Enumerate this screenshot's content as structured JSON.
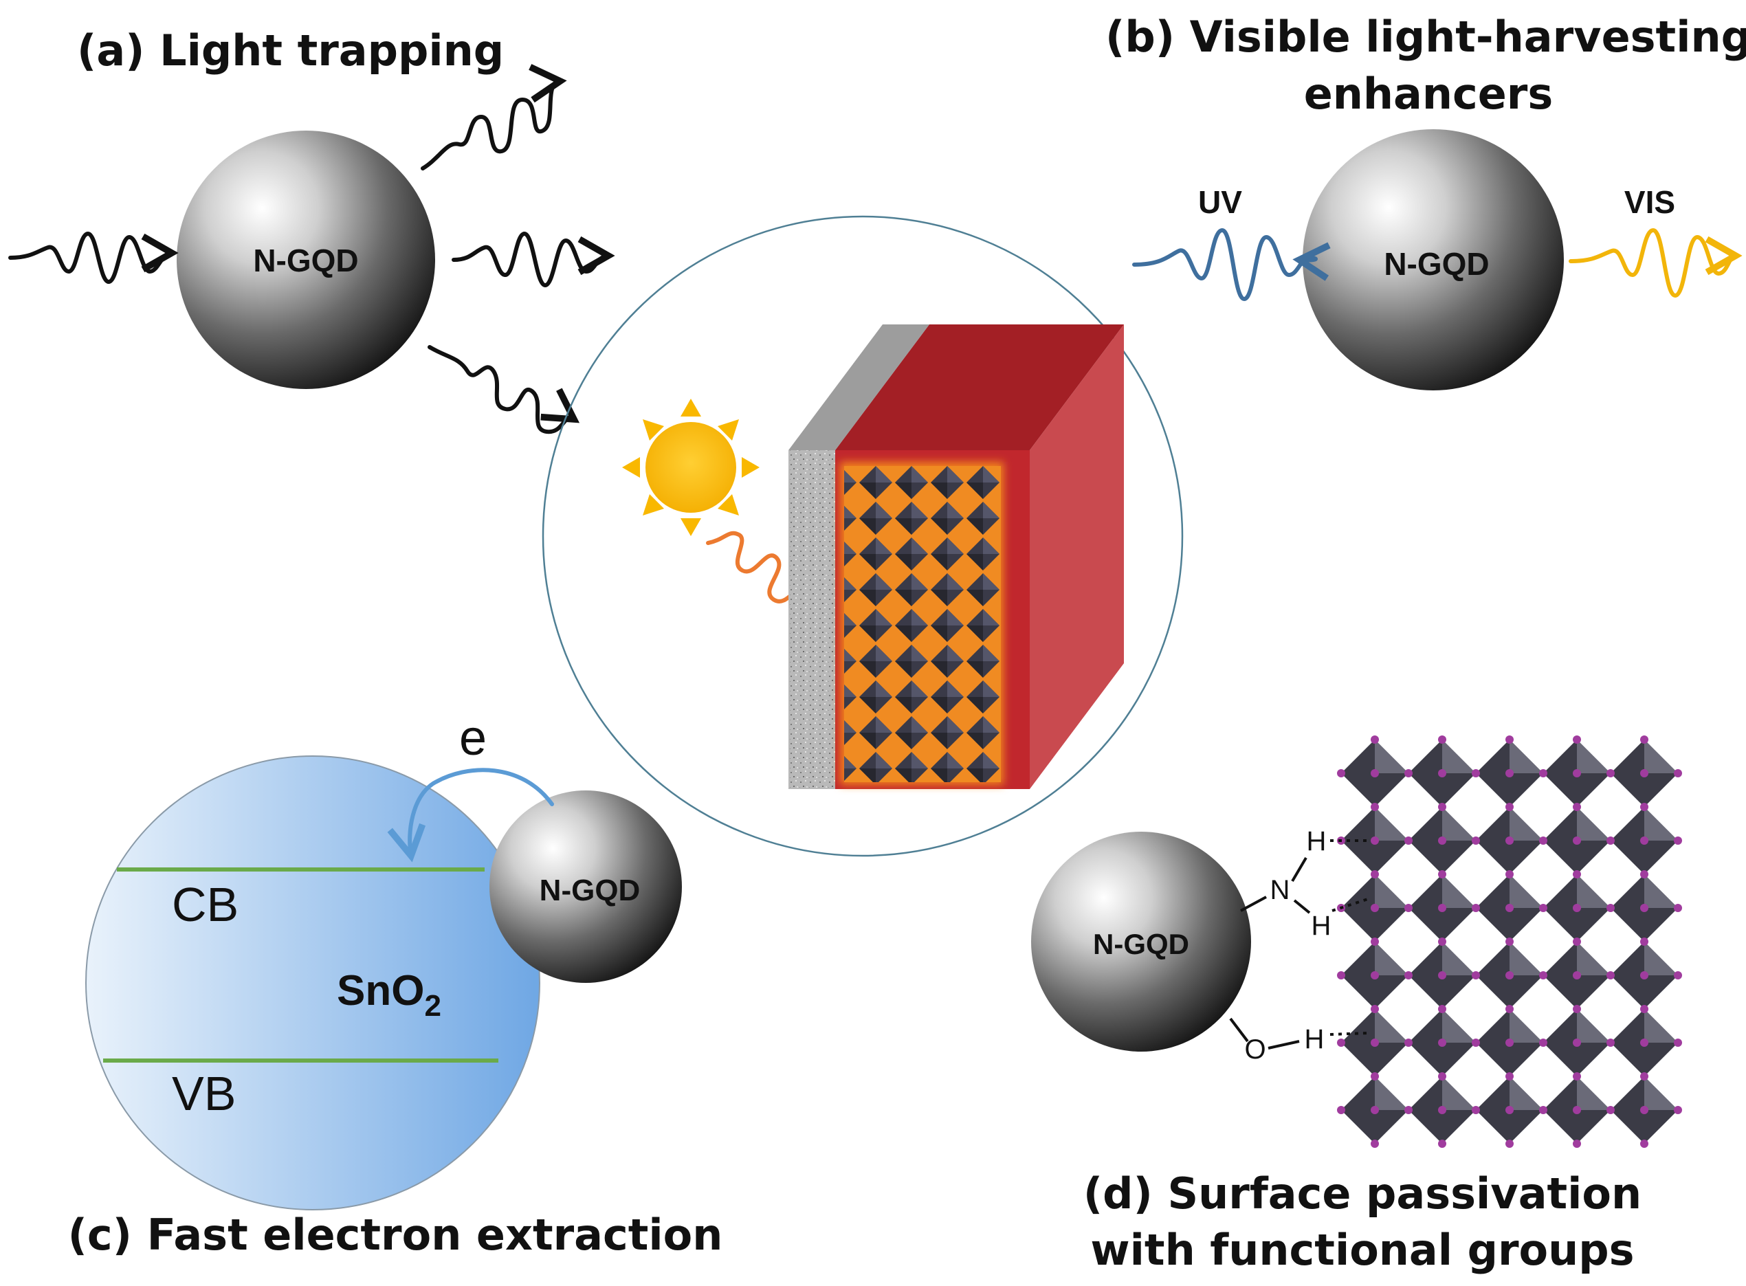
{
  "panels": {
    "a": {
      "title": "(a) Light trapping",
      "dot_label": "N-GQD"
    },
    "b": {
      "title_line1": "(b) Visible light-harvesting",
      "title_line2": "enhancers",
      "dot_label": "N-GQD",
      "uv_label": "UV",
      "vis_label": "VIS"
    },
    "c": {
      "title": "(c) Fast electron extraction",
      "dot_label": "N-GQD",
      "electron_label": "e",
      "cb_label": "CB",
      "vb_label": "VB",
      "material_main": "SnO",
      "material_sub": "2"
    },
    "d": {
      "title_line1": "(d) Surface passivation",
      "title_line2": "with functional groups",
      "dot_label": "N-GQD",
      "atoms": {
        "h_top": "H",
        "n": "N",
        "h_mid": "H",
        "o": "O",
        "h_low": "H"
      }
    }
  },
  "colors": {
    "uv_wave": "#3f6f9e",
    "vis_wave": "#f2b50a",
    "sun": "#f9b800",
    "orange_wave": "#ec7a30",
    "cube_front": "#c1272d",
    "cube_side": "#c94a4f",
    "cube_top": "#a31f25",
    "sno2_fill": "#8ab8e8",
    "band_line": "#6aaa4a",
    "electron_arrow": "#5b9bd5",
    "iodide": "#a03c9e"
  },
  "icons": [
    "sun-icon",
    "photon-wave-icon",
    "quantum-dot-sphere",
    "perovskite-lattice"
  ]
}
